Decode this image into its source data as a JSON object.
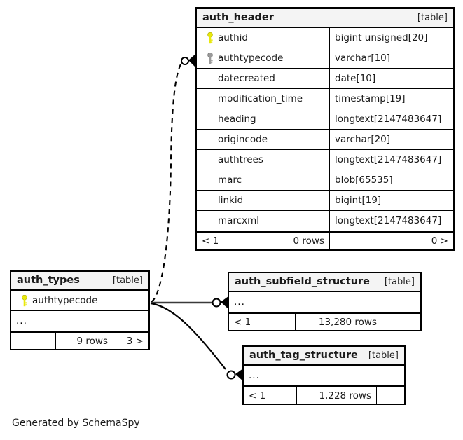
{
  "diagram": {
    "kind_label": "[table]",
    "caption": "Generated by SchemaSpy",
    "ellipsis": "...",
    "colors": {
      "primary_key": "#e8e80c",
      "foreign_key": "#9a9a9a",
      "table_border": "#000000",
      "header_fill": "#f4f4f4",
      "background": "#ffffff",
      "edge": "#000000"
    }
  },
  "tables": {
    "auth_header": {
      "name": "auth_header",
      "kind": "[table]",
      "columns": [
        {
          "key": "primary",
          "name": "authid",
          "type": "bigint unsigned[20]"
        },
        {
          "key": "foreign",
          "name": "authtypecode",
          "type": "varchar[10]"
        },
        {
          "key": "none",
          "name": "datecreated",
          "type": "date[10]"
        },
        {
          "key": "none",
          "name": "modification_time",
          "type": "timestamp[19]"
        },
        {
          "key": "none",
          "name": "heading",
          "type": "longtext[2147483647]"
        },
        {
          "key": "none",
          "name": "origincode",
          "type": "varchar[20]"
        },
        {
          "key": "none",
          "name": "authtrees",
          "type": "longtext[2147483647]"
        },
        {
          "key": "none",
          "name": "marc",
          "type": "blob[65535]"
        },
        {
          "key": "none",
          "name": "linkid",
          "type": "bigint[19]"
        },
        {
          "key": "none",
          "name": "marcxml",
          "type": "longtext[2147483647]"
        }
      ],
      "footer": {
        "left": "< 1",
        "middle": "0 rows",
        "right": "0 >"
      }
    },
    "auth_types": {
      "name": "auth_types",
      "kind": "[table]",
      "columns": [
        {
          "key": "primary",
          "name": "authtypecode",
          "type": ""
        }
      ],
      "has_ellipsis_row": true,
      "footer": {
        "left": "",
        "middle": "9 rows",
        "right": "3 >"
      }
    },
    "auth_subfield_structure": {
      "name": "auth_subfield_structure",
      "kind": "[table]",
      "columns": [],
      "has_ellipsis_row": true,
      "footer": {
        "left": "< 1",
        "middle": "13,280 rows",
        "right": ""
      }
    },
    "auth_tag_structure": {
      "name": "auth_tag_structure",
      "kind": "[table]",
      "columns": [],
      "has_ellipsis_row": true,
      "footer": {
        "left": "< 1",
        "middle": "1,228 rows",
        "right": ""
      }
    }
  },
  "relationships": [
    {
      "from": "auth_types",
      "to": "auth_header",
      "style": "dashed",
      "cardinality": "zero-or-more"
    },
    {
      "from": "auth_types",
      "to": "auth_subfield_structure",
      "style": "solid",
      "cardinality": "zero-or-more"
    },
    {
      "from": "auth_types",
      "to": "auth_tag_structure",
      "style": "solid",
      "cardinality": "zero-or-more"
    }
  ]
}
